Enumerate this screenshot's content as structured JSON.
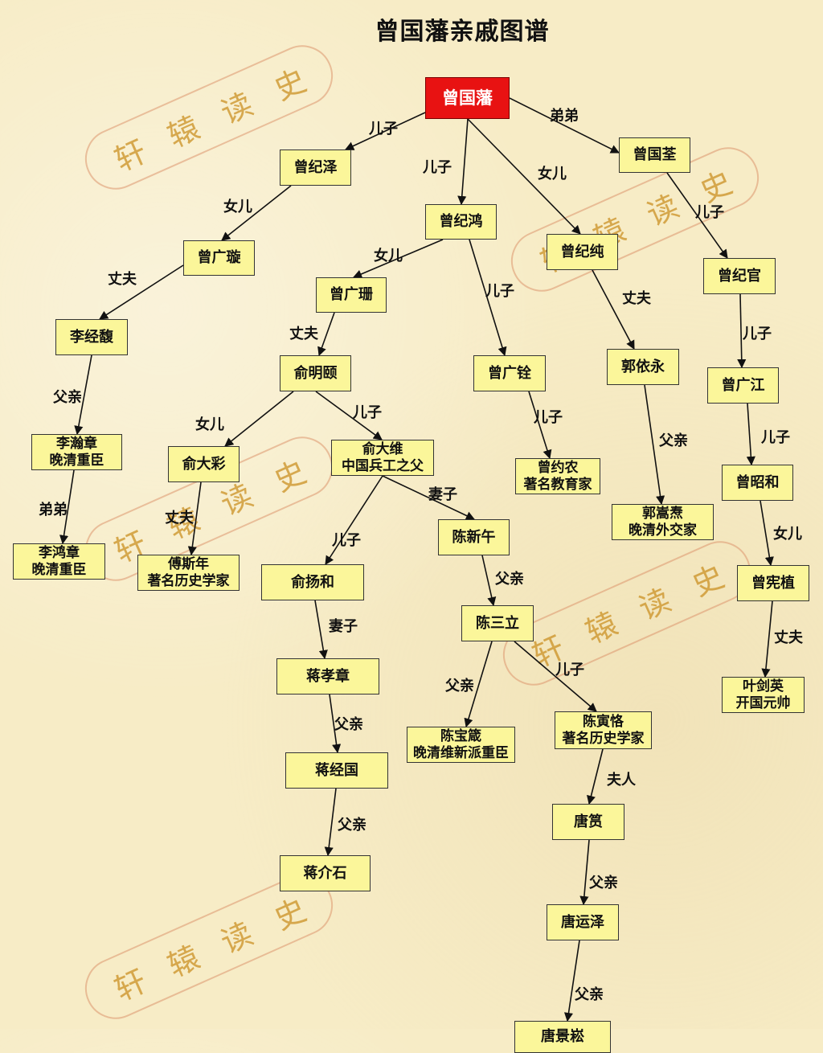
{
  "title": "曾国藩亲戚图谱",
  "watermark": [
    "轩",
    "辕",
    "读",
    "史"
  ],
  "nodes": {
    "zengguofan": {
      "lines": [
        "曾国藩"
      ]
    },
    "zengguoquan": {
      "lines": [
        "曾国荃"
      ]
    },
    "zengjize": {
      "lines": [
        "曾纪泽"
      ]
    },
    "zengjihong": {
      "lines": [
        "曾纪鸿"
      ]
    },
    "zengjichun": {
      "lines": [
        "曾纪纯"
      ]
    },
    "zengjiguan": {
      "lines": [
        "曾纪官"
      ]
    },
    "zengguangxuan": {
      "lines": [
        "曾广璇"
      ]
    },
    "zengguangshan": {
      "lines": [
        "曾广珊"
      ]
    },
    "lijingfu": {
      "lines": [
        "李经馥"
      ]
    },
    "yumingzhen": {
      "lines": [
        "俞明颐"
      ]
    },
    "zengguangquan": {
      "lines": [
        "曾广铨"
      ]
    },
    "guoyiyong": {
      "lines": [
        "郭依永"
      ]
    },
    "zengguangjiang": {
      "lines": [
        "曾广江"
      ]
    },
    "lihanzhang": {
      "lines": [
        "李瀚章",
        "晚清重臣"
      ]
    },
    "yudacai": {
      "lines": [
        "俞大彩"
      ]
    },
    "yudawei": {
      "lines": [
        "俞大维",
        "中国兵工之父"
      ]
    },
    "zengyuenong": {
      "lines": [
        "曾约农",
        "著名教育家"
      ]
    },
    "guosongtao": {
      "lines": [
        "郭嵩焘",
        "晚清外交家"
      ]
    },
    "zengzhaohe": {
      "lines": [
        "曾昭和"
      ]
    },
    "lihongzhang": {
      "lines": [
        "李鸿章",
        "晚清重臣"
      ]
    },
    "fusinian": {
      "lines": [
        "傅斯年",
        "著名历史学家"
      ]
    },
    "chenxinwu": {
      "lines": [
        "陈新午"
      ]
    },
    "yuyanghe": {
      "lines": [
        "俞扬和"
      ]
    },
    "zengxianzhi": {
      "lines": [
        "曾宪植"
      ]
    },
    "chensanli": {
      "lines": [
        "陈三立"
      ]
    },
    "jiangxiaozhang": {
      "lines": [
        "蒋孝章"
      ]
    },
    "yejianying": {
      "lines": [
        "叶剑英",
        "开国元帅"
      ]
    },
    "chenbaozhen": {
      "lines": [
        "陈宝箴",
        "晚清维新派重臣"
      ]
    },
    "chenyinke": {
      "lines": [
        "陈寅恪",
        "著名历史学家"
      ]
    },
    "jiangjingguo": {
      "lines": [
        "蒋经国"
      ]
    },
    "tangyun": {
      "lines": [
        "唐筼"
      ]
    },
    "jiangjieshi": {
      "lines": [
        "蒋介石"
      ]
    },
    "tangyunze": {
      "lines": [
        "唐运泽"
      ]
    },
    "tangjingsong": {
      "lines": [
        "唐景崧"
      ]
    }
  },
  "edges": [
    {
      "from": "zengguofan",
      "to": "zengjize",
      "label": "儿子"
    },
    {
      "from": "zengguofan",
      "to": "zengjihong",
      "label": "儿子"
    },
    {
      "from": "zengguofan",
      "to": "zengjichun",
      "label": "女儿"
    },
    {
      "from": "zengguofan",
      "to": "zengguoquan",
      "label": "弟弟"
    },
    {
      "from": "zengjize",
      "to": "zengguangxuan",
      "label": "女儿"
    },
    {
      "from": "zengguangxuan",
      "to": "lijingfu",
      "label": "丈夫"
    },
    {
      "from": "lijingfu",
      "to": "lihanzhang",
      "label": "父亲"
    },
    {
      "from": "lihanzhang",
      "to": "lihongzhang",
      "label": "弟弟"
    },
    {
      "from": "zengjihong",
      "to": "zengguangshan",
      "label": "女儿"
    },
    {
      "from": "zengjihong",
      "to": "zengguangquan",
      "label": "儿子"
    },
    {
      "from": "zengguangshan",
      "to": "yumingzhen",
      "label": "丈夫"
    },
    {
      "from": "yumingzhen",
      "to": "yudacai",
      "label": "女儿"
    },
    {
      "from": "yumingzhen",
      "to": "yudawei",
      "label": "儿子"
    },
    {
      "from": "yudacai",
      "to": "fusinian",
      "label": "丈夫"
    },
    {
      "from": "yudawei",
      "to": "yuyanghe",
      "label": "儿子"
    },
    {
      "from": "yudawei",
      "to": "chenxinwu",
      "label": "妻子"
    },
    {
      "from": "yuyanghe",
      "to": "jiangxiaozhang",
      "label": "妻子"
    },
    {
      "from": "jiangxiaozhang",
      "to": "jiangjingguo",
      "label": "父亲"
    },
    {
      "from": "jiangjingguo",
      "to": "jiangjieshi",
      "label": "父亲"
    },
    {
      "from": "chenxinwu",
      "to": "chensanli",
      "label": "父亲"
    },
    {
      "from": "chensanli",
      "to": "chenbaozhen",
      "label": "父亲"
    },
    {
      "from": "chensanli",
      "to": "chenyinke",
      "label": "儿子"
    },
    {
      "from": "chenyinke",
      "to": "tangyun",
      "label": "夫人"
    },
    {
      "from": "tangyun",
      "to": "tangyunze",
      "label": "父亲"
    },
    {
      "from": "tangyunze",
      "to": "tangjingsong",
      "label": "父亲"
    },
    {
      "from": "zengguangquan",
      "to": "zengyuenong",
      "label": "儿子"
    },
    {
      "from": "zengjichun",
      "to": "guoyiyong",
      "label": "丈夫"
    },
    {
      "from": "guoyiyong",
      "to": "guosongtao",
      "label": "父亲"
    },
    {
      "from": "zengguoquan",
      "to": "zengjiguan",
      "label": "儿子"
    },
    {
      "from": "zengjiguan",
      "to": "zengguangjiang",
      "label": "儿子"
    },
    {
      "from": "zengguangjiang",
      "to": "zengzhaohe",
      "label": "儿子"
    },
    {
      "from": "zengzhaohe",
      "to": "zengxianzhi",
      "label": "女儿"
    },
    {
      "from": "zengxianzhi",
      "to": "yejianying",
      "label": "丈夫"
    }
  ],
  "colors": {
    "root_fill": "#e81212",
    "node_fill": "#fbf69a",
    "watermark": "#cd962d"
  }
}
